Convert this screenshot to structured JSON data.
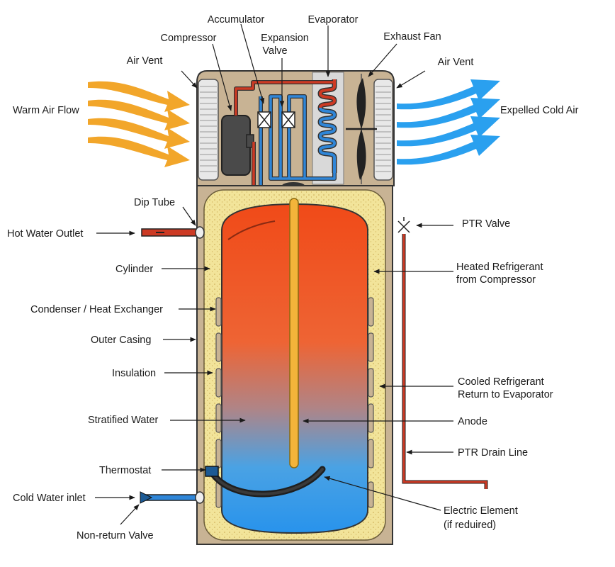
{
  "labels": {
    "accumulator": "Accumulator",
    "evaporator": "Evaporator",
    "compressor": "Compressor",
    "expansion_valve_1": "Expansion",
    "expansion_valve_2": "Valve",
    "exhaust_fan": "Exhaust Fan",
    "air_vent_left": "Air Vent",
    "air_vent_right": "Air Vent",
    "warm_air_flow": "Warm Air Flow",
    "expelled_cold_air": "Expelled Cold Air",
    "dip_tube": "Dip Tube",
    "hot_water_outlet": "Hot Water Outlet",
    "ptr_valve": "PTR Valve",
    "cylinder": "Cylinder",
    "heated_refrigerant_1": "Heated Refrigerant",
    "heated_refrigerant_2": "from Compressor",
    "condenser": "Condenser / Heat Exchanger",
    "outer_casing": "Outer Casing",
    "insulation": "Insulation",
    "cooled_refrigerant_1": "Cooled Refrigerant",
    "cooled_refrigerant_2": "Return to Evaporator",
    "stratified_water": "Stratified Water",
    "anode": "Anode",
    "ptr_drain_line": "PTR Drain Line",
    "thermostat": "Thermostat",
    "cold_water_inlet": "Cold Water inlet",
    "electric_element_1": "Electric Element",
    "electric_element_2": "(if reduired)",
    "non_return_valve": "Non-return Valve"
  },
  "colors": {
    "casing": "#c8b394",
    "insulation": "#f2e49a",
    "hot_water": "#f04e1a",
    "cold_water": "#2d9cf0",
    "warm_air": "#f2a62a",
    "cold_air": "#2aa0ef",
    "refrigerant_hot": "#cc3a24",
    "refrigerant_cold": "#2f86d8",
    "anode": "#f3b43a",
    "compressor": "#4a4a4a"
  }
}
